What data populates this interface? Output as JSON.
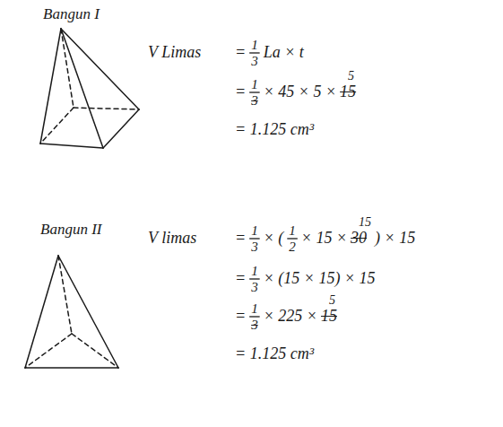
{
  "diagram": {
    "labels": [
      "Bangun I",
      "V Limas",
      "=",
      "1",
      "3",
      "La × t",
      "=",
      "1",
      "3",
      "× 45 × 5 ×",
      "15",
      "5",
      "= 1.125 cm³",
      "Bangun II",
      "V limas",
      "=",
      "1",
      "3",
      "× (",
      "1",
      "2",
      "× 15 ×",
      "30",
      "15",
      ") × 15",
      "=",
      "1",
      "3",
      "× (15 × 15) × 15",
      "=",
      "1",
      "3",
      "× 225 ×",
      "15",
      "5",
      "= 1.125 cm³"
    ]
  }
}
